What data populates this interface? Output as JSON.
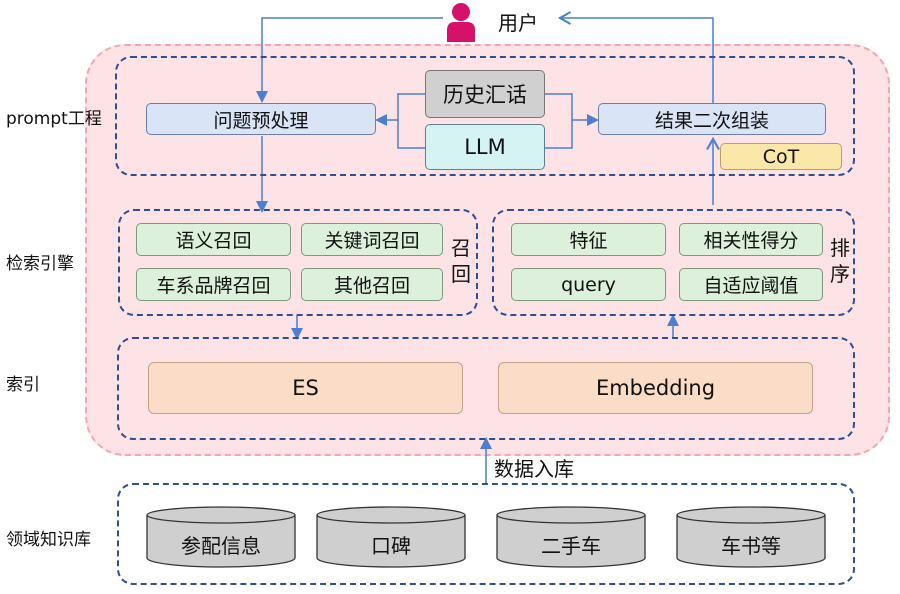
{
  "user": "用户",
  "left_labels": {
    "prompt": "prompt工程",
    "search": "检索引擎",
    "index": "索引",
    "domain": "领域知识库"
  },
  "prompt_section": {
    "preprocess": "问题预处理",
    "history": "历史汇话",
    "llm": "LLM",
    "assemble": "结果二次组装",
    "cot": "CoT"
  },
  "recall": {
    "items": [
      "语义召回",
      "关键词召回",
      "车系品牌召回",
      "其他召回"
    ],
    "label_chars": [
      "召",
      "回"
    ]
  },
  "ranking": {
    "items": [
      "特征",
      "相关性得分",
      "query",
      "自适应阈值"
    ],
    "label_chars": [
      "排",
      "序"
    ]
  },
  "index": {
    "es": "ES",
    "embedding": "Embedding"
  },
  "ingest_label": "数据入库",
  "knowledge_base": [
    "参配信息",
    "口碑",
    "二手车",
    "车书等"
  ],
  "colors": {
    "dash_border": "#2f4f8f",
    "pink_bg": "#fde2e6",
    "arrow": "#4a7fd1",
    "user_icon": "#d6116a"
  }
}
